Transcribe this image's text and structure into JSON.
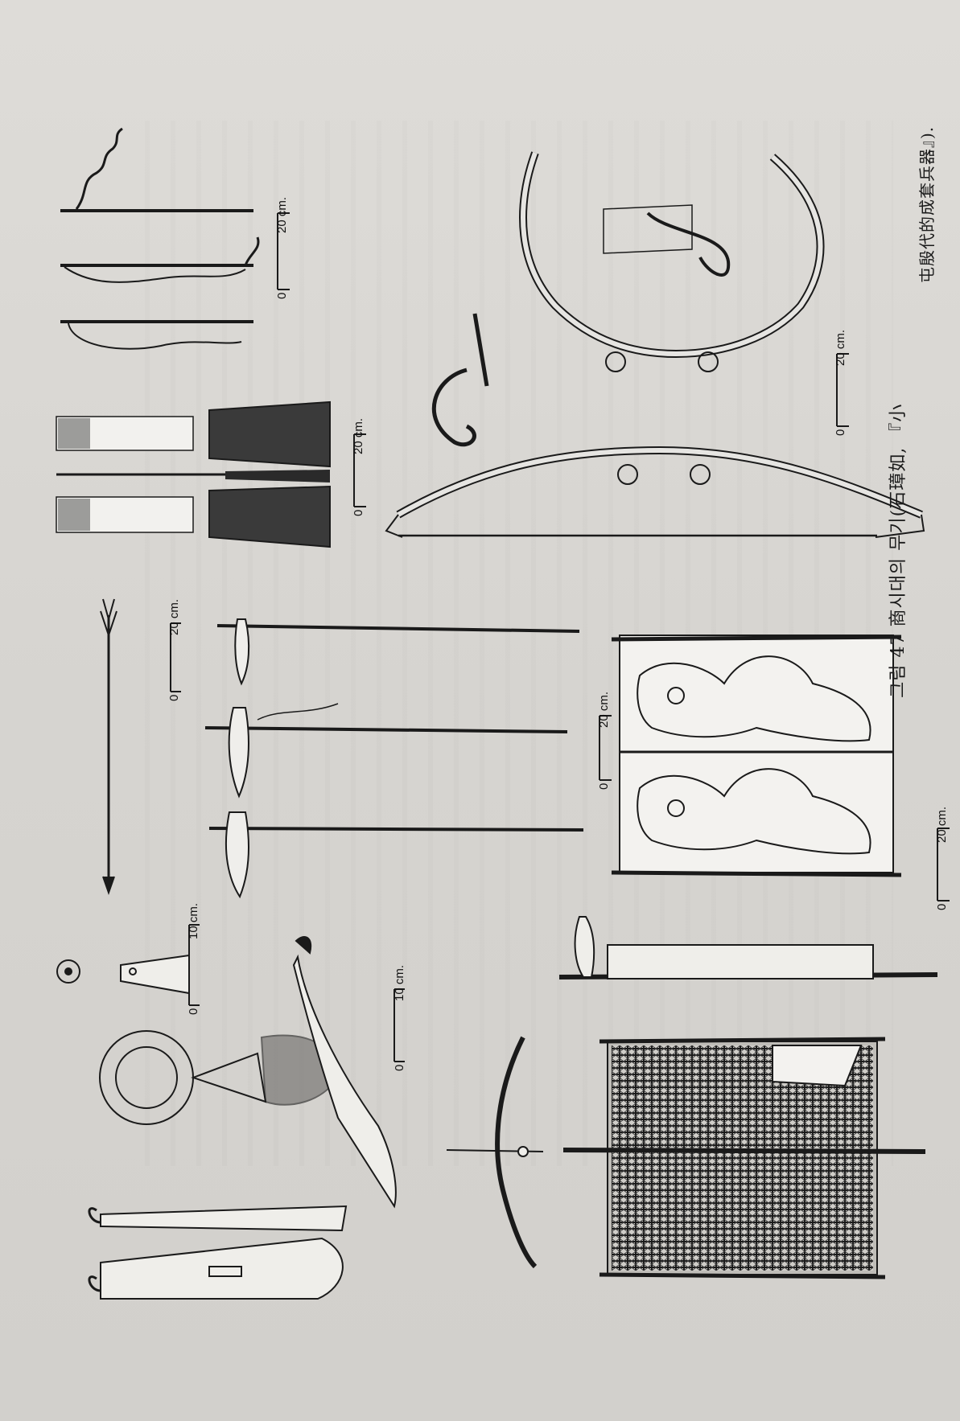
{
  "figure": {
    "caption_line1": "그림 47  商시대의 무기(石璋如, 『小",
    "caption_line2": "屯殷代的成套兵器』).",
    "scale_labels": {
      "zero": "0",
      "cm20": "20 cm.",
      "cm10": "10 cm."
    }
  },
  "colors": {
    "ink": "#1a1a1a",
    "paper": "#dcdad6",
    "shade": "#3a3a3a"
  }
}
